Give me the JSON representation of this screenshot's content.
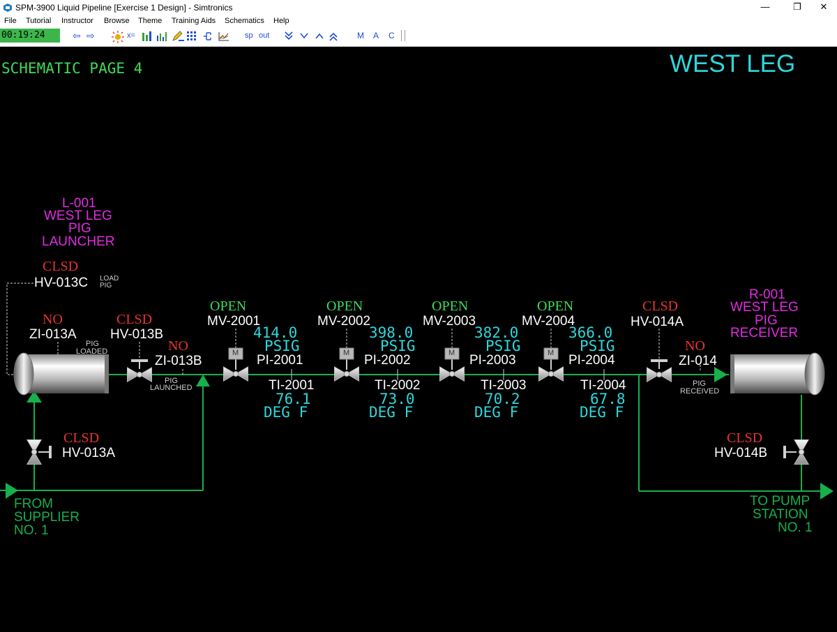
{
  "window": {
    "title": "SPM-3900 Liquid Pipeline [Exercise 1 Design] - Simtronics",
    "minimize_glyph": "—",
    "restore_glyph": "❐",
    "close_glyph": "✕"
  },
  "menu": [
    "File",
    "Tutorial",
    "Instructor",
    "Browse",
    "Theme",
    "Training Aids",
    "Schematics",
    "Help"
  ],
  "toolbar": {
    "clock": "00:19:24",
    "back_glyph": "⇦",
    "forward_glyph": "⇨",
    "xeq": "x=",
    "sp": "sp",
    "out": "out",
    "m": "M",
    "a": "A",
    "c": "C"
  },
  "page": {
    "page_label": "SCHEMATIC PAGE 4",
    "title": "WEST LEG"
  },
  "launcher": {
    "tag": "L-001",
    "line1": "WEST LEG",
    "line2": "PIG",
    "line3": "LAUNCHER"
  },
  "receiver": {
    "tag": "R-001",
    "line1": "WEST LEG",
    "line2": "PIG",
    "line3": "RECEIVER"
  },
  "valves": {
    "hv013c": {
      "tag": "HV-013C",
      "status": "CLSD",
      "note1": "LOAD",
      "note2": "PIG"
    },
    "zi013a": {
      "tag": "ZI-013A",
      "status": "NO",
      "note1": "PIG",
      "note2": "LOADED"
    },
    "hv013b": {
      "tag": "HV-013B",
      "status": "CLSD"
    },
    "zi013b": {
      "tag": "ZI-013B",
      "status": "NO",
      "note1": "PIG",
      "note2": "LAUNCHED"
    },
    "hv013a": {
      "tag": "HV-013A",
      "status": "CLSD"
    },
    "hv014a": {
      "tag": "HV-014A",
      "status": "CLSD"
    },
    "zi014": {
      "tag": "ZI-014",
      "status": "NO",
      "note1": "PIG",
      "note2": "RECEIVED"
    },
    "hv014b": {
      "tag": "HV-014B",
      "status": "CLSD"
    }
  },
  "motor_valves": [
    {
      "tag": "MV-2001",
      "status": "OPEN"
    },
    {
      "tag": "MV-2002",
      "status": "OPEN"
    },
    {
      "tag": "MV-2003",
      "status": "OPEN"
    },
    {
      "tag": "MV-2004",
      "status": "OPEN"
    }
  ],
  "pressure": [
    {
      "tag": "PI-2001",
      "value": "414.0",
      "unit": "PSIG"
    },
    {
      "tag": "PI-2002",
      "value": "398.0",
      "unit": "PSIG"
    },
    {
      "tag": "PI-2003",
      "value": "382.0",
      "unit": "PSIG"
    },
    {
      "tag": "PI-2004",
      "value": "366.0",
      "unit": "PSIG"
    }
  ],
  "temperature": [
    {
      "tag": "TI-2001",
      "value": "76.1",
      "unit": "DEG F"
    },
    {
      "tag": "TI-2002",
      "value": "73.0",
      "unit": "DEG F"
    },
    {
      "tag": "TI-2003",
      "value": "70.2",
      "unit": "DEG F"
    },
    {
      "tag": "TI-2004",
      "value": "67.8",
      "unit": "DEG F"
    }
  ],
  "motor_symbol": "M",
  "inlet": {
    "line1": "FROM",
    "line2": "SUPPLIER",
    "line3": "NO. 1"
  },
  "outlet": {
    "line1": "TO PUMP",
    "line2": "STATION",
    "line3": "NO. 1"
  },
  "colors": {
    "background": "#000000",
    "pipe": "#17b04b",
    "status_open": "#3cdc5a",
    "status_closed": "#e8352f",
    "process_value": "#2fd7dc",
    "vessel_label": "#e22be2",
    "tag_text": "#ffffff",
    "clock_bg": "#3cb64a"
  }
}
